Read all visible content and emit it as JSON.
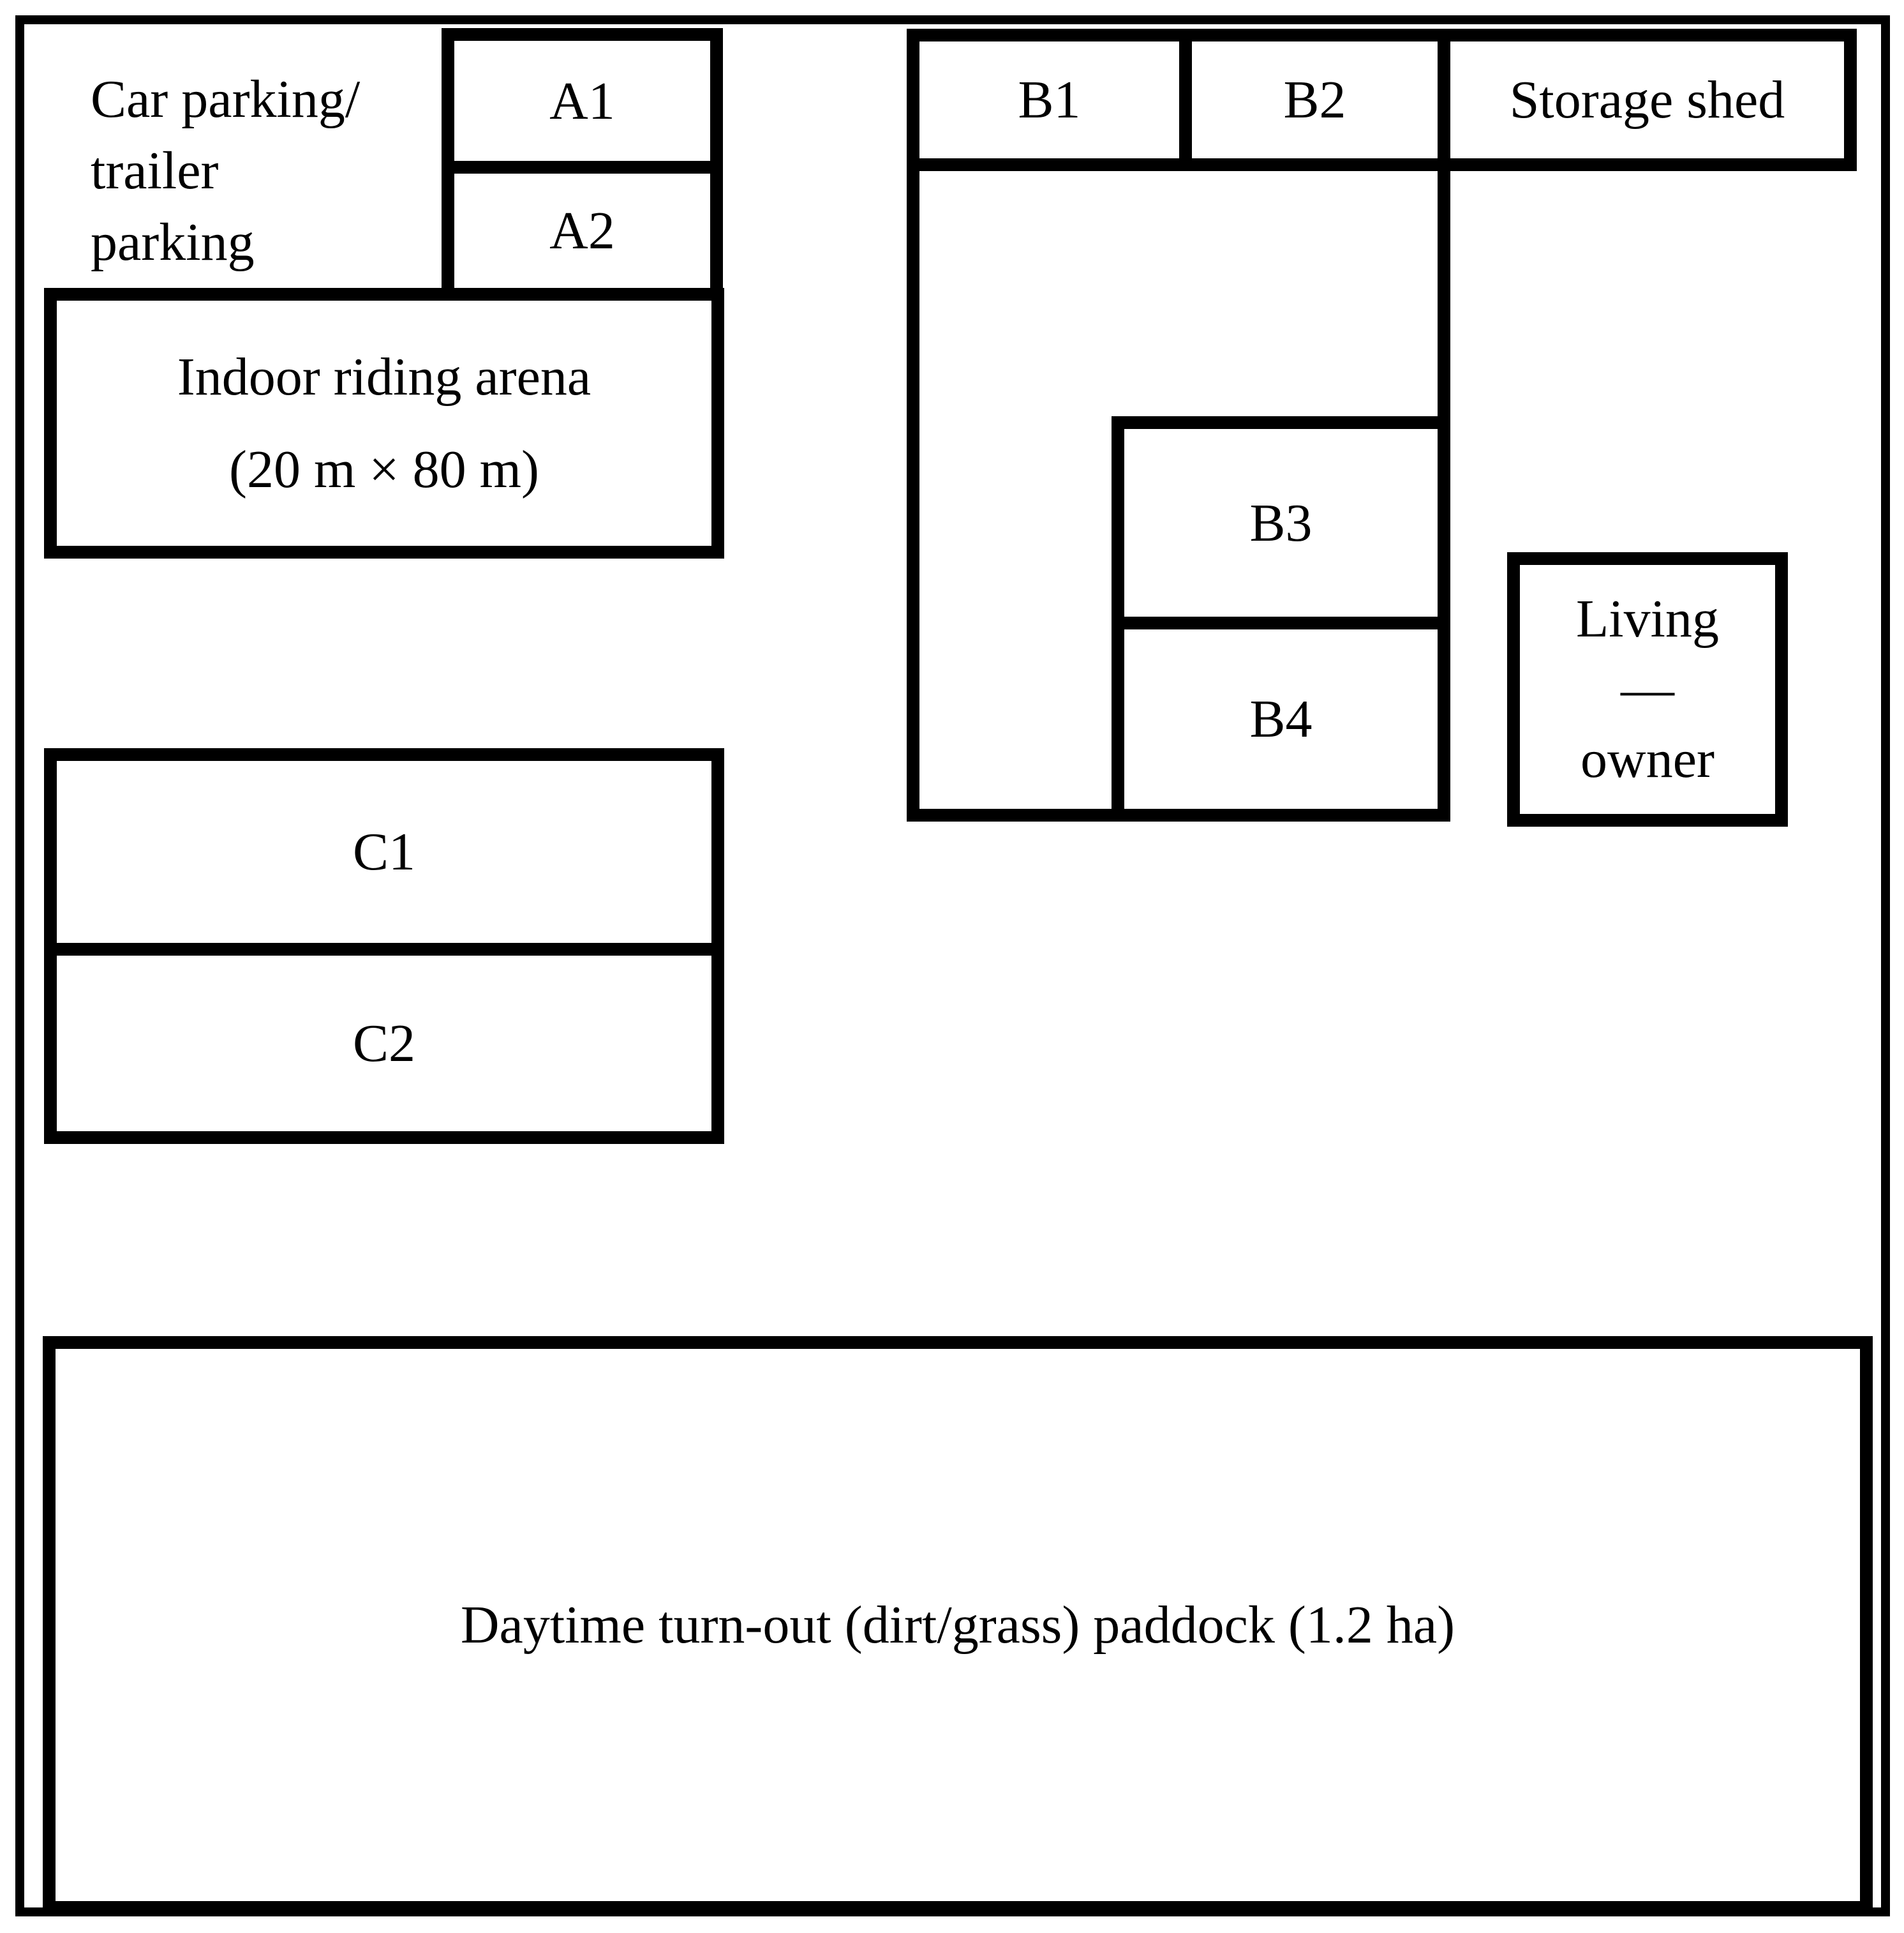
{
  "colors": {
    "background": "#ffffff",
    "line": "#000000",
    "text": "#000000"
  },
  "labels": {
    "car_parking": [
      "Car parking/",
      "trailer",
      "parking"
    ],
    "a1": "A1",
    "a2": "A2",
    "arena_title": "Indoor riding arena",
    "arena_dimensions": "(20 m × 80 m)",
    "b1": "B1",
    "b2": "B2",
    "storage_shed": "Storage shed",
    "b3": "B3",
    "b4": "B4",
    "living_owner": [
      "Living",
      "—",
      "owner"
    ],
    "c1": "C1",
    "c2": "C2",
    "paddock": "Daytime turn-out (dirt/grass) paddock (1.2 ha)"
  }
}
